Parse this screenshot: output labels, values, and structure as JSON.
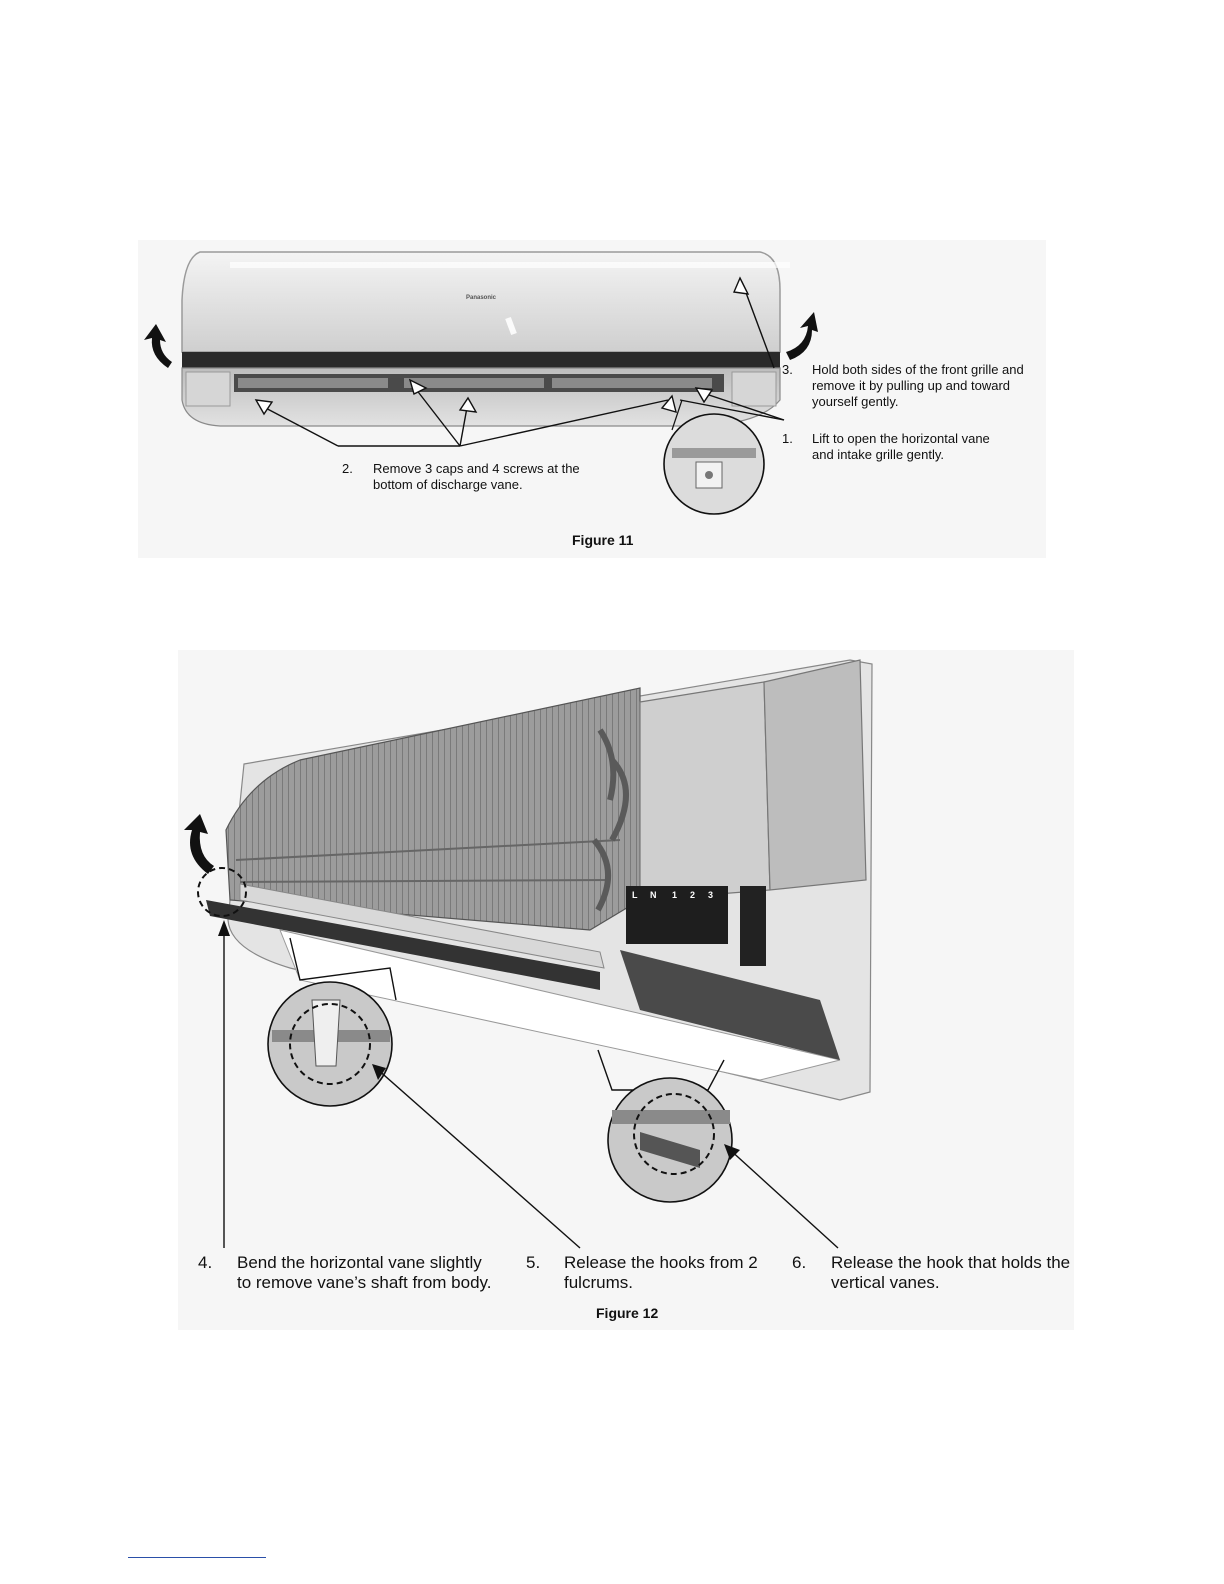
{
  "figure11": {
    "caption": "Figure 11",
    "brand": "Panasonic",
    "steps": [
      {
        "num": "1.",
        "text_line1": "Lift to open the horizontal vane",
        "text_line2": "and intake grille gently."
      },
      {
        "num": "2.",
        "text_line1": "Remove 3 caps and 4 screws at the",
        "text_line2": "bottom of discharge vane."
      },
      {
        "num": "3.",
        "text_line1": "Hold both sides of the front grille and",
        "text_line2": "remove it by pulling up and toward",
        "text_line3": "yourself gently."
      }
    ]
  },
  "figure12": {
    "caption": "Figure 12",
    "terminal_labels": [
      "L",
      "N",
      "1",
      "2",
      "3"
    ],
    "steps": [
      {
        "num": "4.",
        "text_line1": "Bend the horizontal vane slightly",
        "text_line2": "to remove vane’s shaft from body."
      },
      {
        "num": "5.",
        "text_line1": "Release the hooks from 2",
        "text_line2": "fulcrums."
      },
      {
        "num": "6.",
        "text_line1": "Release the hook that holds the",
        "text_line2": "vertical vanes."
      }
    ]
  }
}
